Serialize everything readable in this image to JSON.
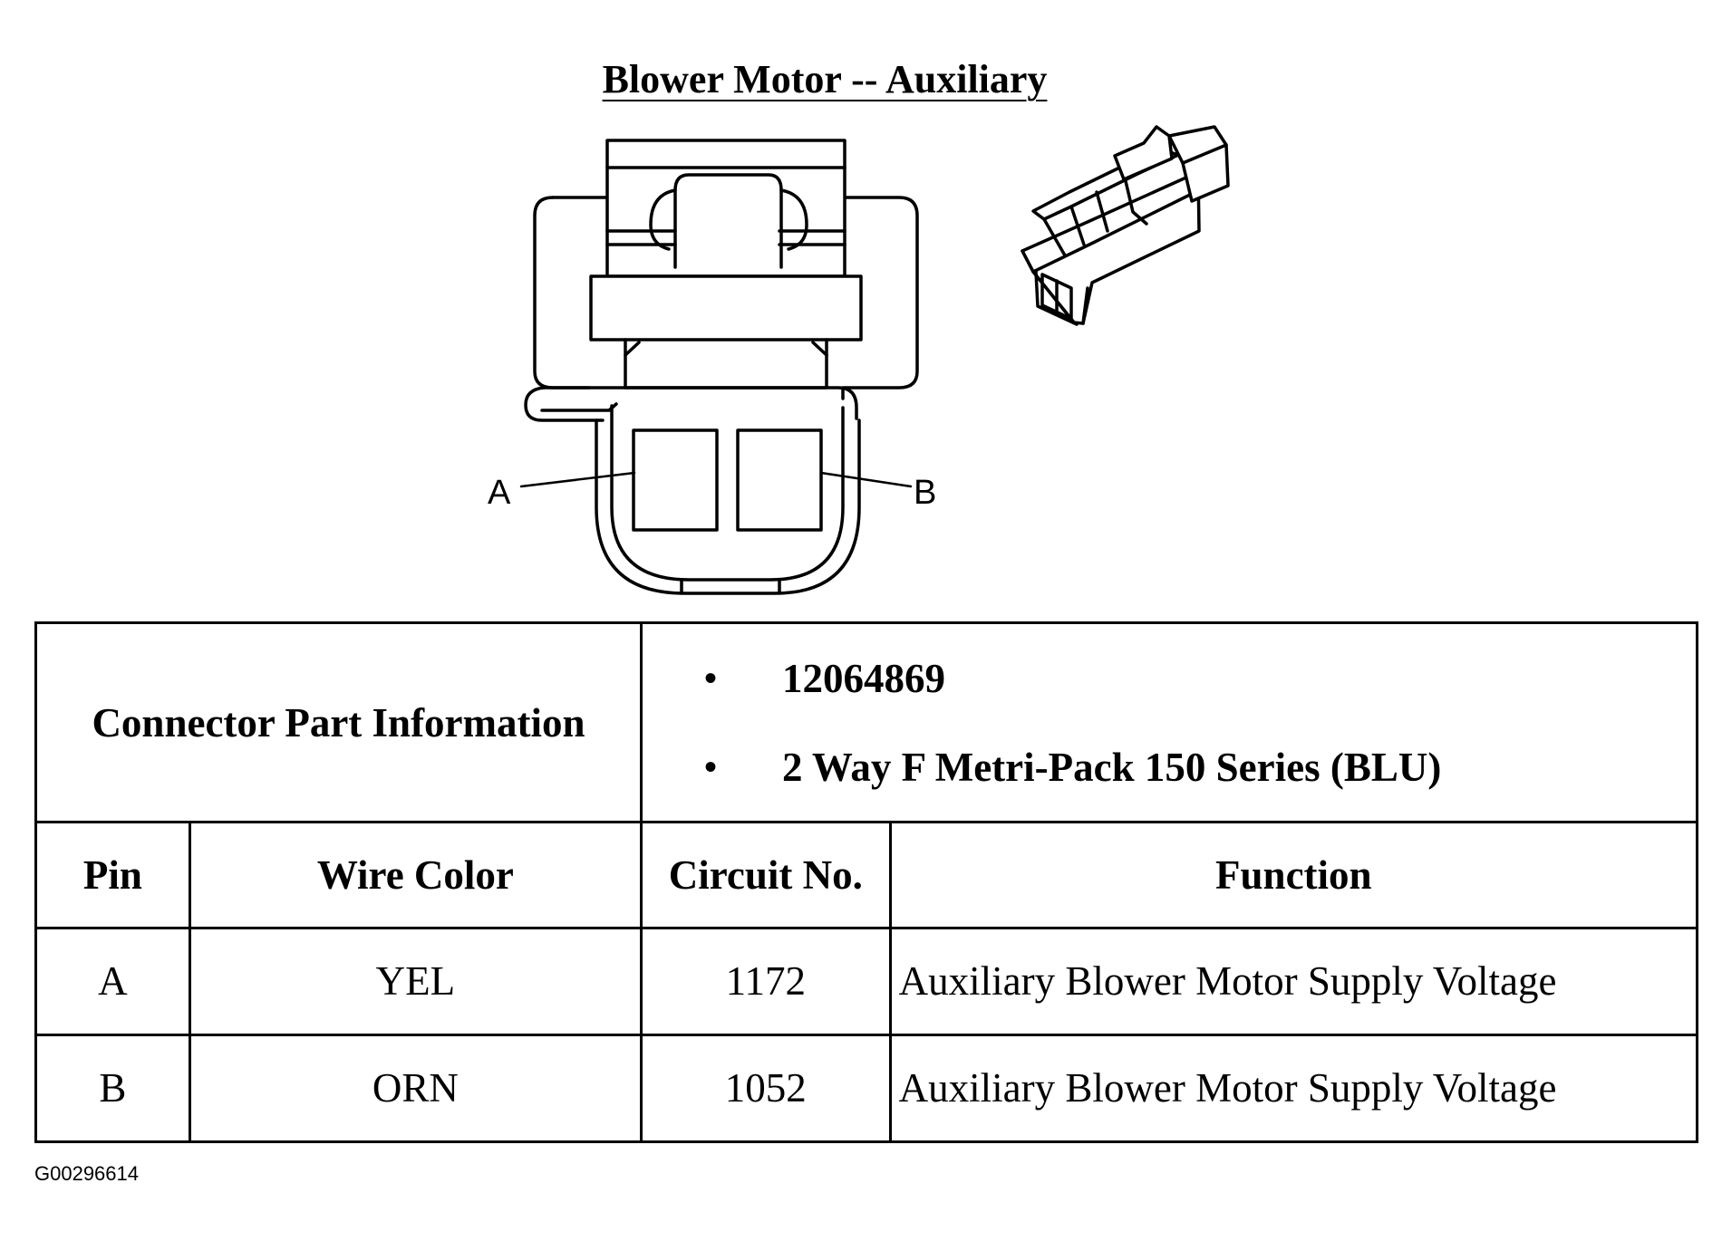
{
  "title": "Blower Motor -- Auxiliary",
  "diagram": {
    "pin_label_a": "A",
    "pin_label_b": "B"
  },
  "connector_part_information": {
    "label": "Connector Part Information",
    "items": [
      "12064869",
      "2 Way F Metri-Pack 150 Series (BLU)"
    ]
  },
  "table": {
    "headers": [
      "Pin",
      "Wire Color",
      "Circuit No.",
      "Function"
    ],
    "rows": [
      [
        "A",
        "YEL",
        "1172",
        "Auxiliary Blower Motor Supply Voltage"
      ],
      [
        "B",
        "ORN",
        "1052",
        "Auxiliary Blower Motor Supply Voltage"
      ]
    ]
  },
  "figure_id": "G00296614"
}
